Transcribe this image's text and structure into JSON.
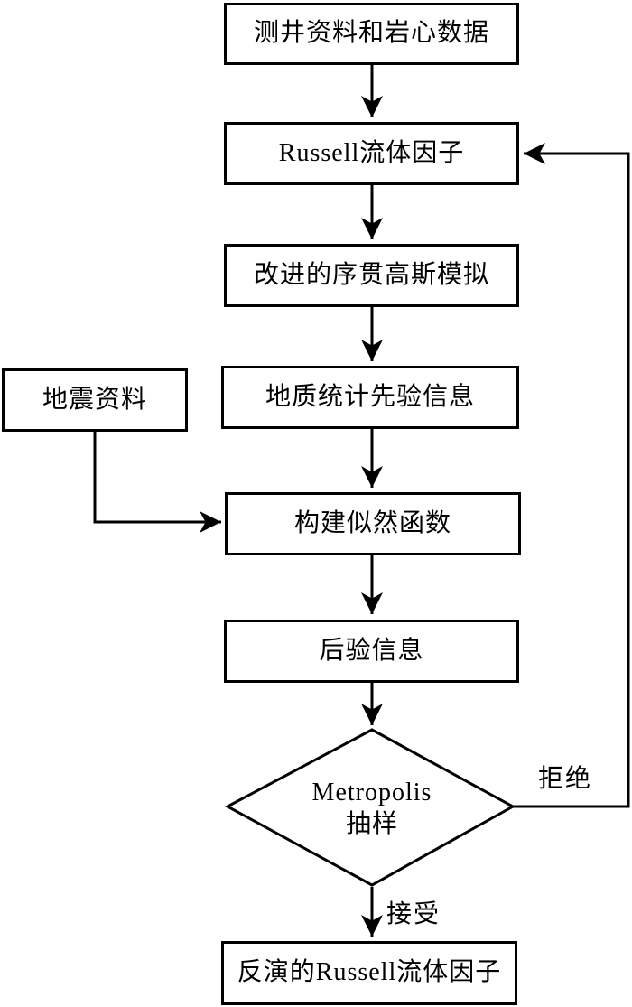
{
  "figure": {
    "type": "flowchart",
    "background_color": "#ffffff",
    "line_color": "#000000"
  },
  "nodes": {
    "well_log": {
      "label": "测井资料和岩心数据",
      "shape": "rect"
    },
    "russell": {
      "label": "Russell流体因子",
      "shape": "rect"
    },
    "sgs": {
      "label": "改进的序贯高斯模拟",
      "shape": "rect"
    },
    "prior": {
      "label": "地质统计先验信息",
      "shape": "rect"
    },
    "seismic": {
      "label": "地震资料",
      "shape": "rect"
    },
    "likelihood": {
      "label": "构建似然函数",
      "shape": "rect"
    },
    "posterior": {
      "label": "后验信息",
      "shape": "rect"
    },
    "metropolis": {
      "label_line1": "Metropolis",
      "label_line2": "抽样",
      "shape": "diamond"
    },
    "result": {
      "label": "反演的Russell流体因子",
      "shape": "rect"
    }
  },
  "edge_labels": {
    "reject": "拒绝",
    "accept": "接受"
  }
}
